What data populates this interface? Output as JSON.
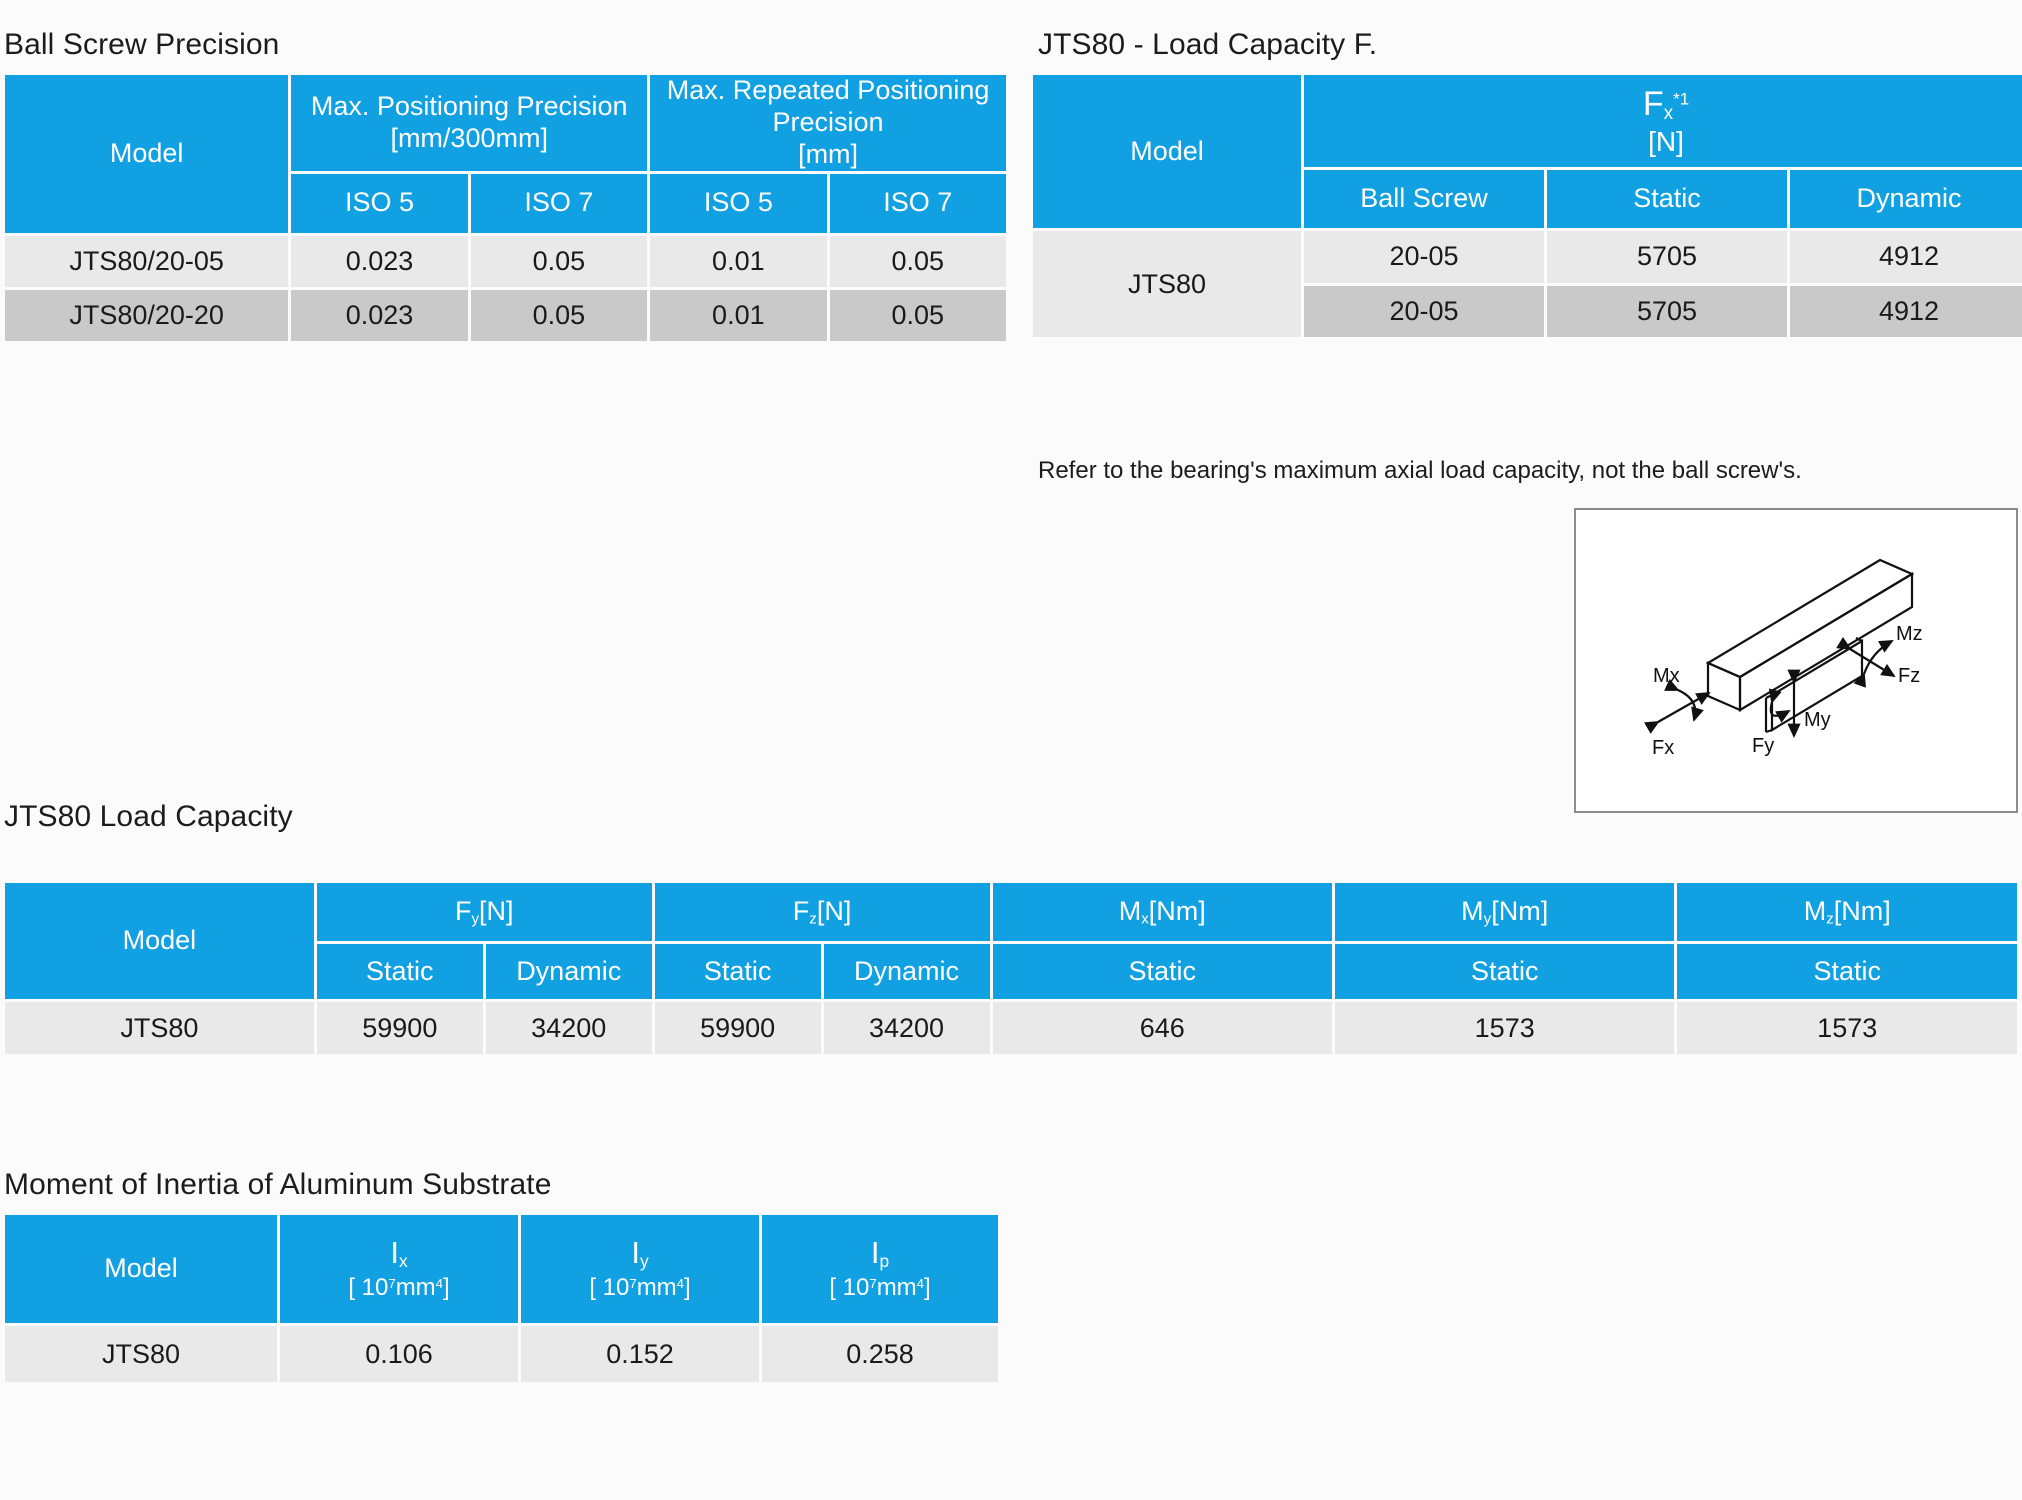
{
  "sections": {
    "ball_screw_precision": {
      "title": "Ball Screw Precision",
      "headers": {
        "model": "Model",
        "max_positioning": "Max. Positioning Precision",
        "max_positioning_unit": "[mm/300mm]",
        "max_repeated": "Max. Repeated Positioning Precision",
        "max_repeated_unit": "[mm]",
        "iso5_a": "ISO 5",
        "iso7_a": "ISO 7",
        "iso5_b": "ISO 5",
        "iso7_b": "ISO 7"
      },
      "rows": [
        {
          "model": "JTS80/20-05",
          "pos_iso5": "0.023",
          "pos_iso7": "0.05",
          "rep_iso5": "0.01",
          "rep_iso7": "0.05"
        },
        {
          "model": "JTS80/20-20",
          "pos_iso5": "0.023",
          "pos_iso7": "0.05",
          "rep_iso5": "0.01",
          "rep_iso7": "0.05"
        }
      ]
    },
    "load_capacity_fx": {
      "title": "JTS80 - Load Capacity F.",
      "headers": {
        "model": "Model",
        "fx_symbol": "F",
        "fx_subscript": "x",
        "fx_superscript": "*1",
        "fx_unit": "[N]",
        "ball_screw": "Ball Screw",
        "static": "Static",
        "dynamic": "Dynamic"
      },
      "model": "JTS80",
      "rows": [
        {
          "ball_screw": "20-05",
          "static": "5705",
          "dynamic": "4912"
        },
        {
          "ball_screw": "20-05",
          "static": "5705",
          "dynamic": "4912"
        }
      ],
      "note": "Refer to the bearing's maximum axial load capacity, not the ball screw's."
    },
    "diagram": {
      "labels": {
        "mx": "Mx",
        "fx": "Fx",
        "fy": "Fy",
        "my": "My",
        "mz": "Mz",
        "fz": "Fz"
      }
    },
    "jts80_load_capacity": {
      "title": "JTS80 Load Capacity",
      "headers": {
        "model": "Model",
        "fy": {
          "sym": "F",
          "sub": "y",
          "unit": "[N]"
        },
        "fz": {
          "sym": "F",
          "sub": "z",
          "unit": "[N]"
        },
        "mx": {
          "sym": "M",
          "sub": "x",
          "unit": "[Nm]"
        },
        "my": {
          "sym": "M",
          "sub": "y",
          "unit": "[Nm]"
        },
        "mz": {
          "sym": "M",
          "sub": "z",
          "unit": "[Nm]"
        },
        "static": "Static",
        "dynamic": "Dynamic",
        "static_mx": "Static",
        "static_my": "Static",
        "static_mz": "Static"
      },
      "row": {
        "model": "JTS80",
        "fy_static": "59900",
        "fy_dynamic": "34200",
        "fz_static": "59900",
        "fz_dynamic": "34200",
        "mx_static": "646",
        "my_static": "1573",
        "mz_static": "1573"
      }
    },
    "moment_of_inertia": {
      "title": "Moment of Inertia of Aluminum Substrate",
      "headers": {
        "model": "Model",
        "ix": {
          "sym": "I",
          "sub": "x",
          "unit_pre": "[ 10",
          "unit_exp": "7",
          "unit_mid": "mm",
          "unit_exp2": "4",
          "unit_post": "]"
        },
        "iy": {
          "sym": "I",
          "sub": "y",
          "unit_pre": "[ 10",
          "unit_exp": "7",
          "unit_mid": "mm",
          "unit_exp2": "4",
          "unit_post": "]"
        },
        "ip": {
          "sym": "I",
          "sub": "p",
          "unit_pre": "[ 10",
          "unit_exp": "7",
          "unit_mid": "mm",
          "unit_exp2": "4",
          "unit_post": "]"
        }
      },
      "row": {
        "model": "JTS80",
        "ix": "0.106",
        "iy": "0.152",
        "ip": "0.258"
      }
    }
  },
  "colors": {
    "header_blue": "#11a0e2",
    "cell_light": "#e9e9ea",
    "cell_dark": "#c9c9c9",
    "background": "#fbfbfb"
  }
}
